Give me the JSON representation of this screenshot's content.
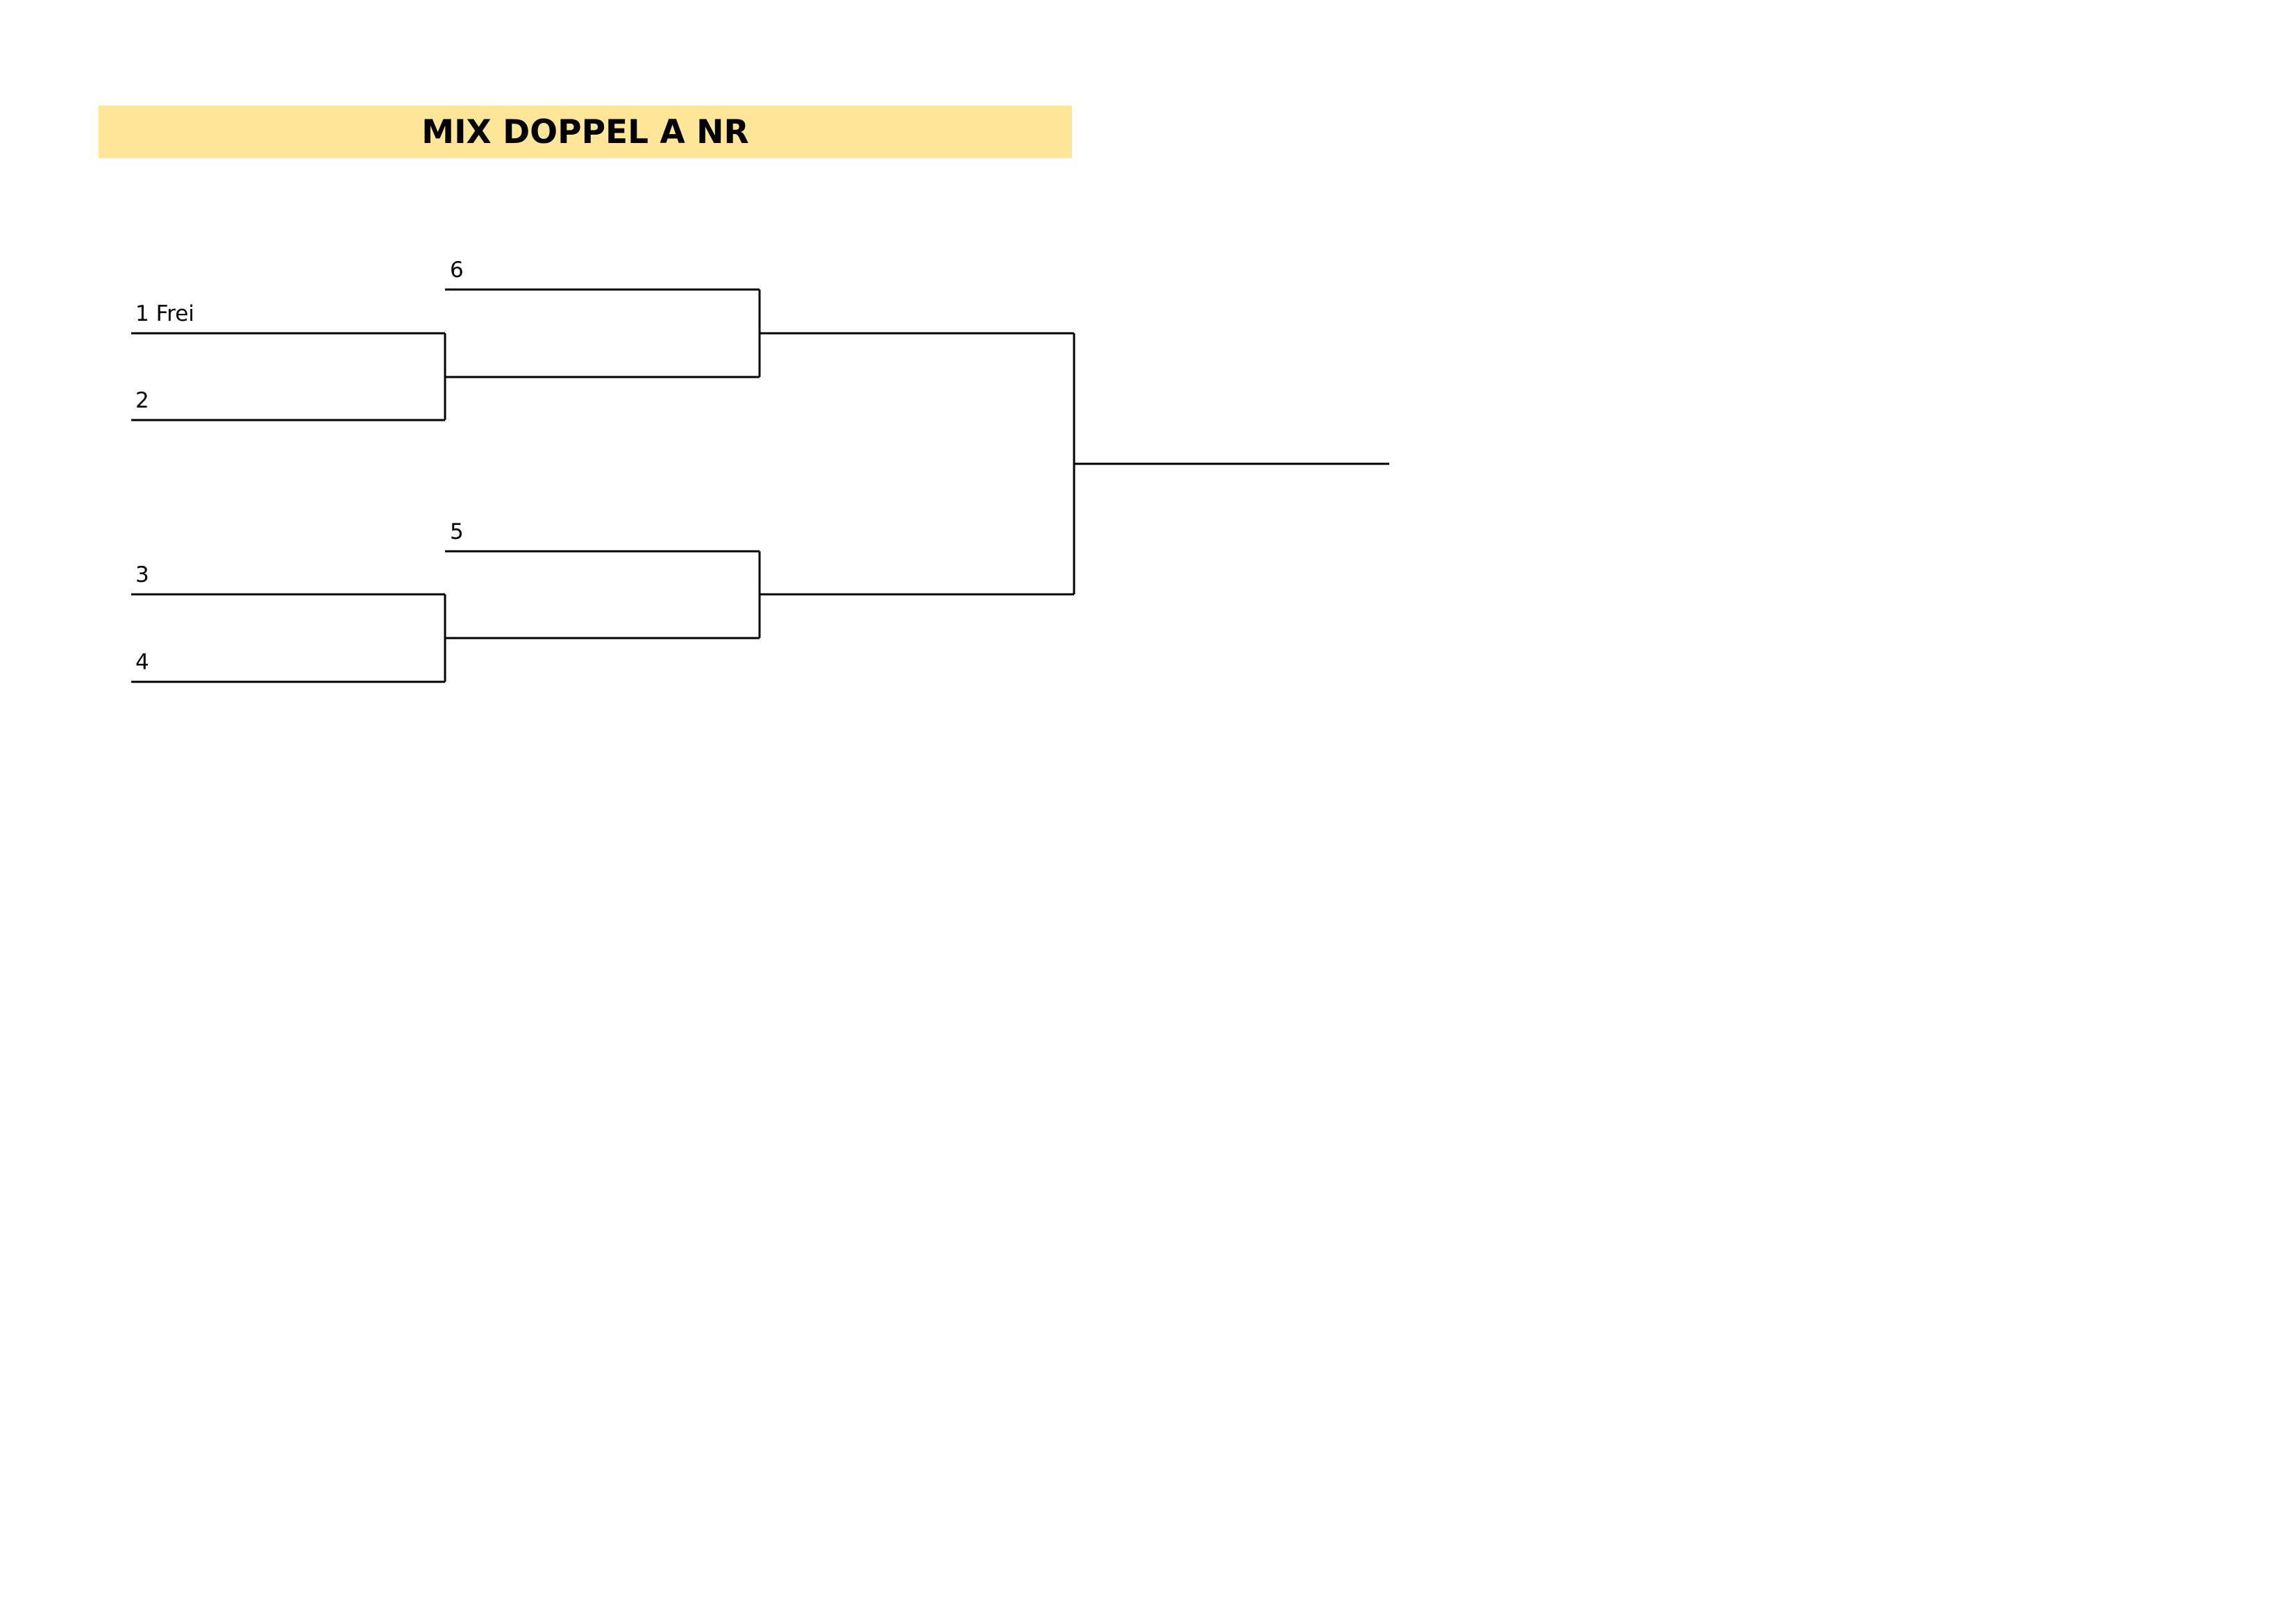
{
  "title": "MIX DOPPEL A NR",
  "colors": {
    "title_background": "#ffe699",
    "lines": "#000000",
    "text": "#000000"
  },
  "bracket": {
    "round1": [
      {
        "label": "1 Frei"
      },
      {
        "label": "2"
      },
      {
        "label": "3"
      },
      {
        "label": "4"
      }
    ],
    "round2": [
      {
        "label": "6"
      },
      {
        "label": "5"
      }
    ],
    "final": {
      "label": ""
    }
  }
}
